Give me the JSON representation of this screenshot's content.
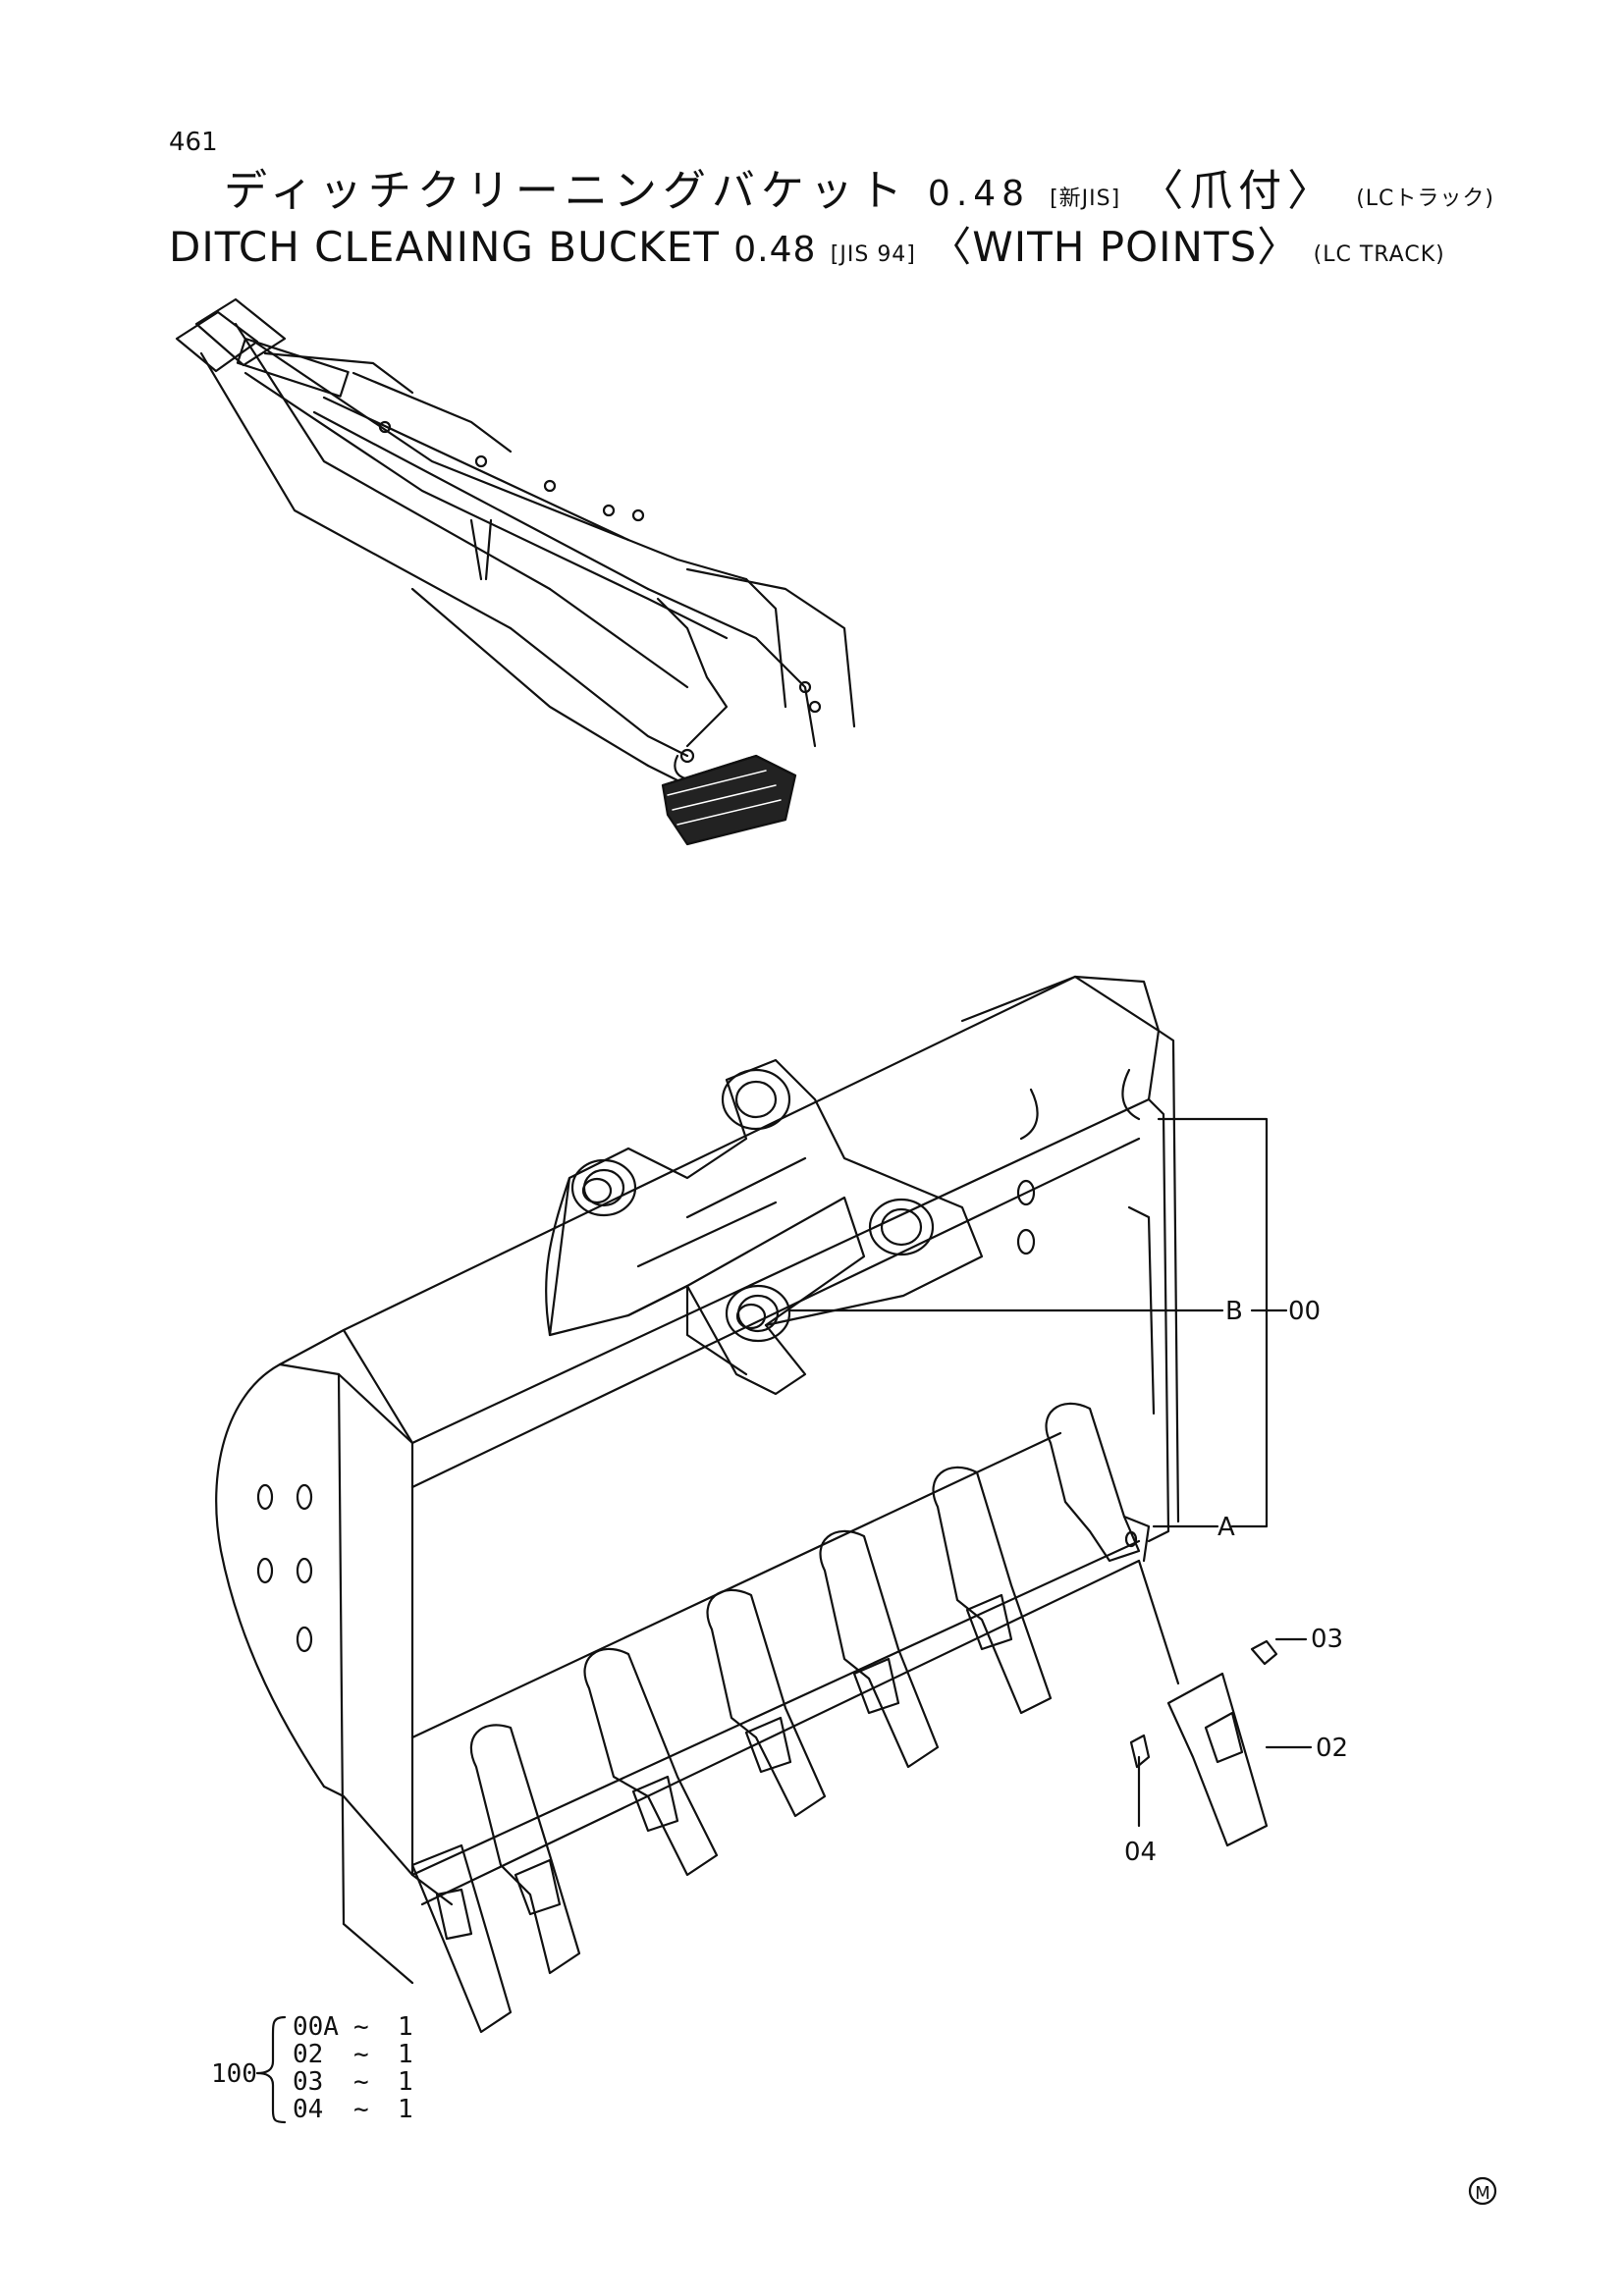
{
  "header": {
    "page_number": "461",
    "title_jp": "ディッチクリーニングバケット",
    "capacity_jp": "0.48",
    "std_jp": "[新JIS]",
    "option_jp": "〈爪付〉",
    "track_jp": "(LCトラック)",
    "title_en": "DITCH CLEANING BUCKET",
    "capacity_en": "0.48",
    "std_en": "[JIS 94]",
    "option_en": "〈WITH POINTS〉",
    "track_en": "(LC TRACK)"
  },
  "callouts": {
    "label_b": "B",
    "label_a": "A",
    "part_00": "00",
    "part_02": "02",
    "part_03": "03",
    "part_04": "04"
  },
  "kit": {
    "number": "100",
    "lines": [
      {
        "part": "00A",
        "sep": "~",
        "qty": "1"
      },
      {
        "part": "02",
        "sep": "~",
        "qty": "1"
      },
      {
        "part": "03",
        "sep": "~",
        "qty": "1"
      },
      {
        "part": "04",
        "sep": "~",
        "qty": "1"
      }
    ]
  },
  "marks": {
    "corner_mark": "M"
  }
}
